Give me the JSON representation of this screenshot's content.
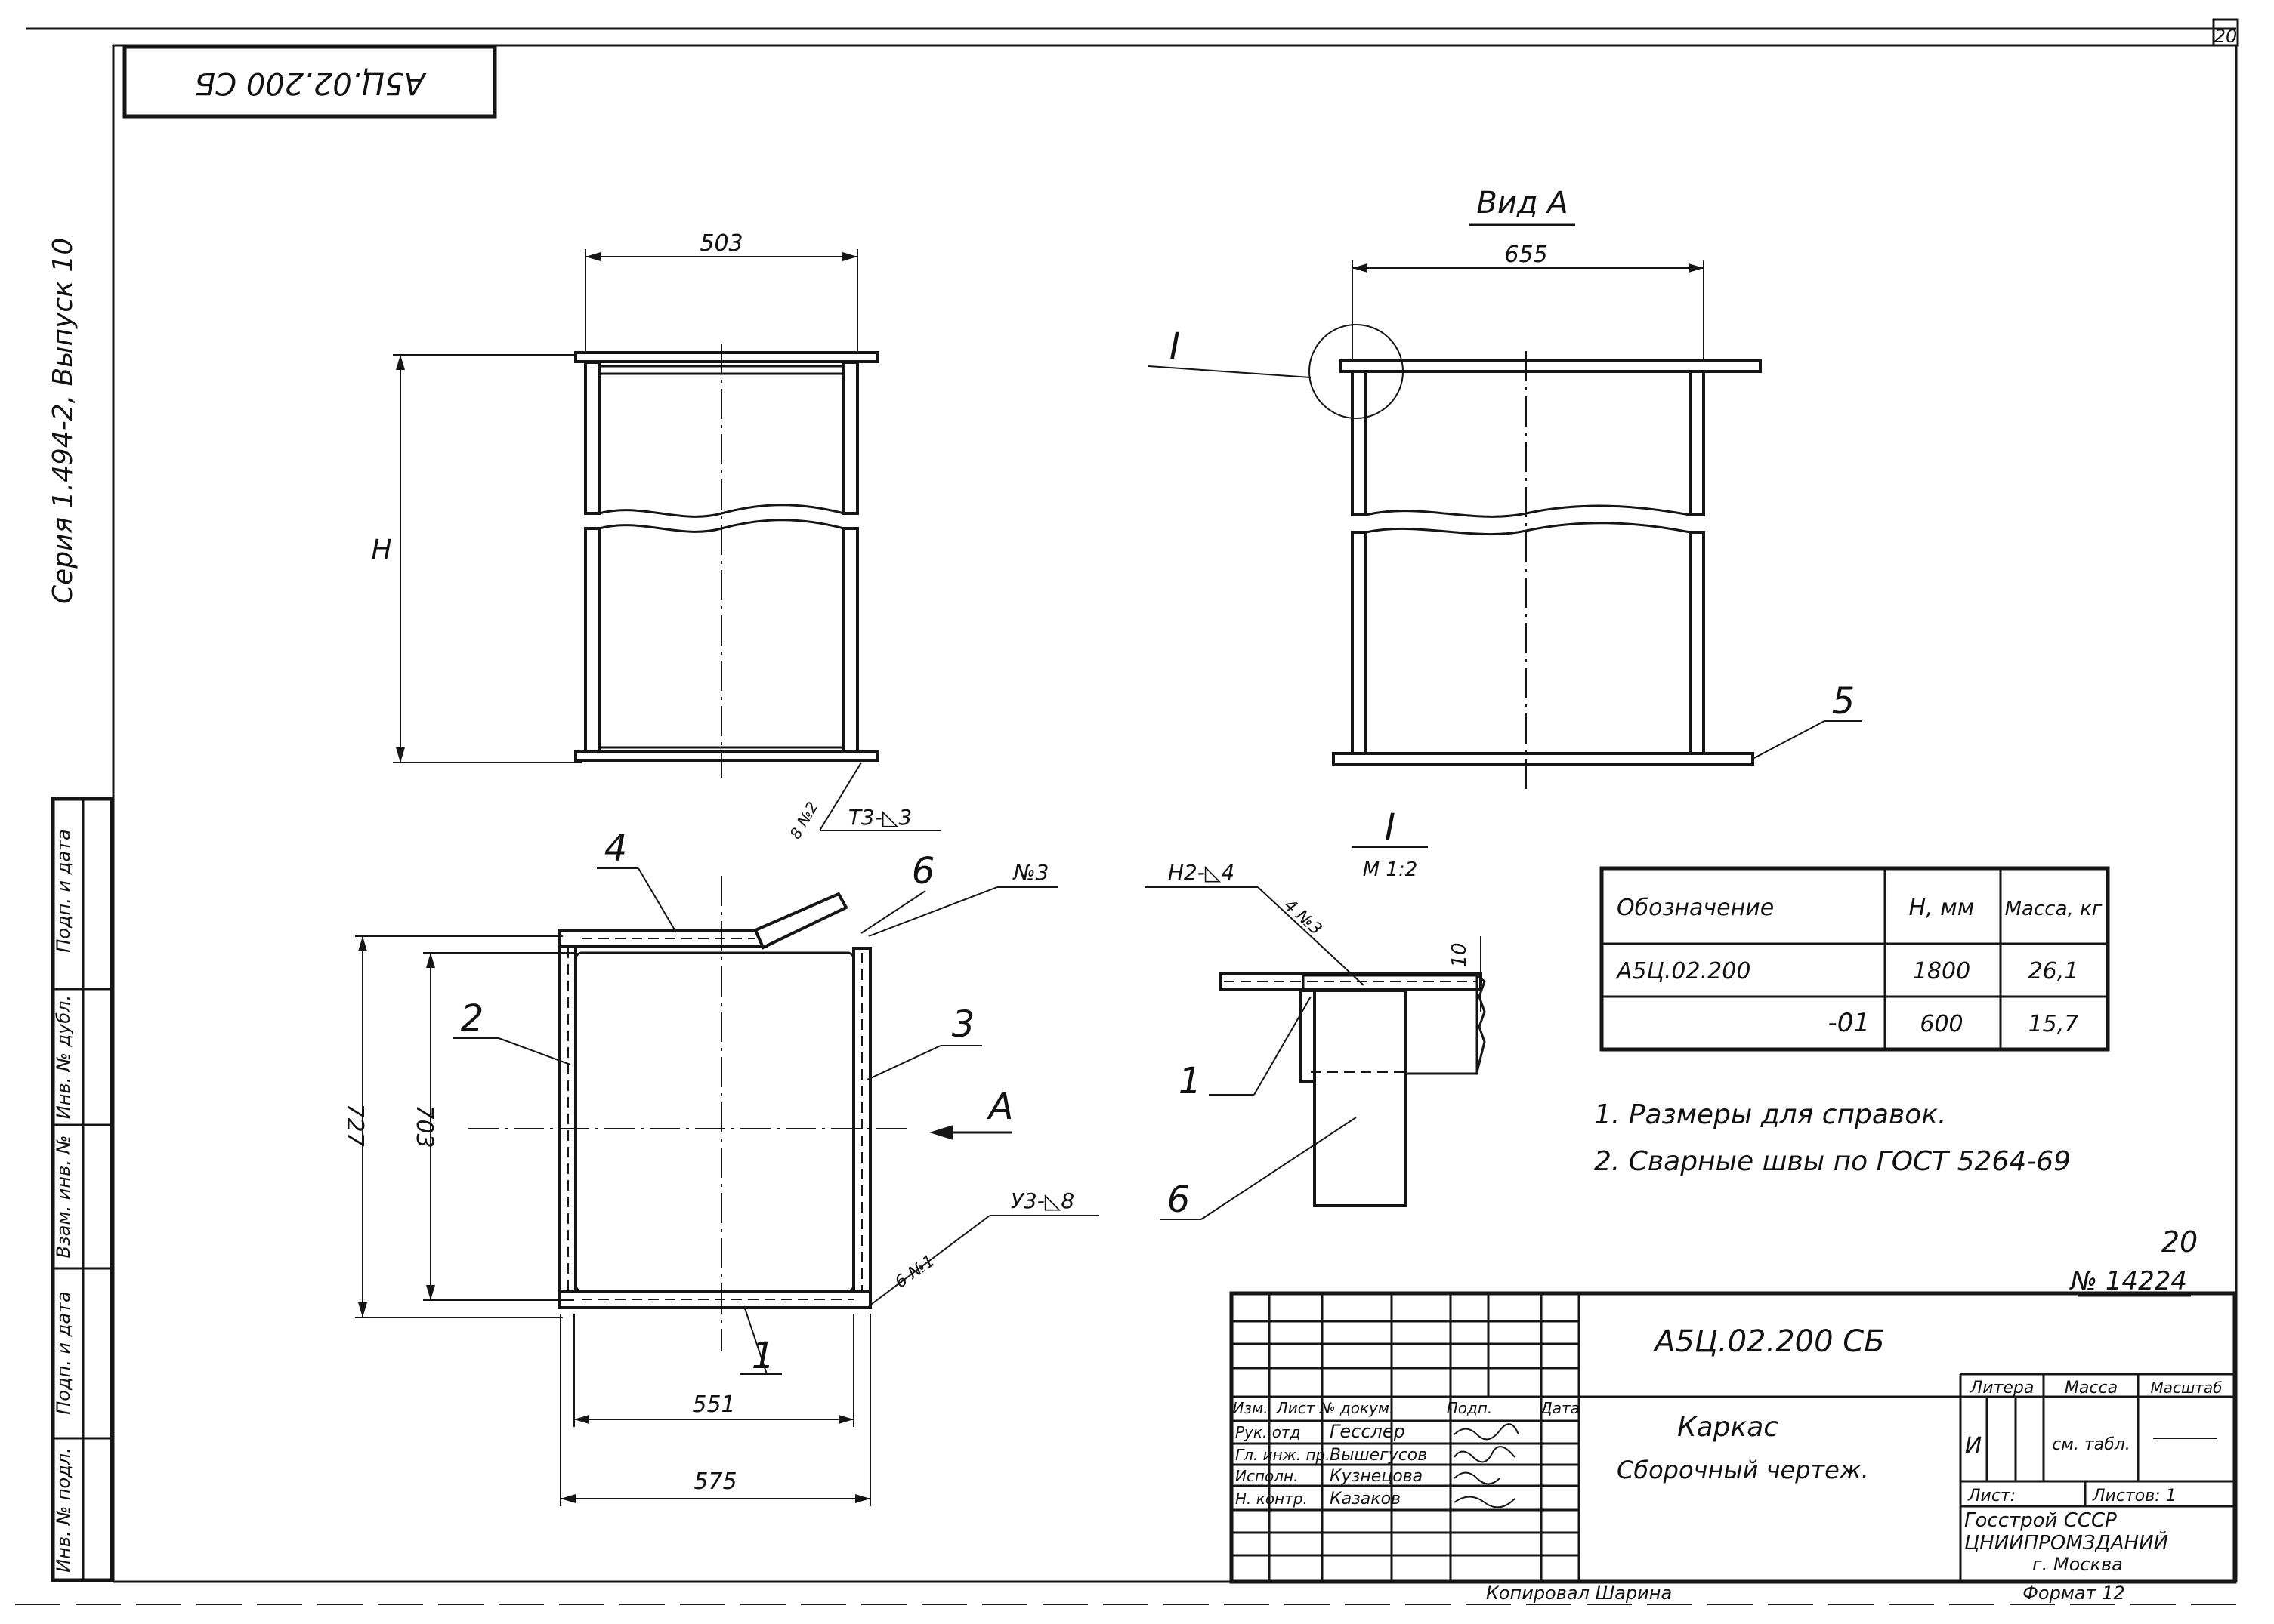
{
  "sheet": {
    "page_number": "20",
    "stamp_code": "А5Ц.02.200 СБ",
    "series_note": "Серия 1.494-2, Выпуск 10",
    "sheet_number_handwritten": "20",
    "inventory_number": "№ 14224",
    "copied_by": "Копировал   Шарина",
    "format": "Формат 12"
  },
  "side_strip": {
    "fields": [
      "Подп. и дата",
      "Инв. № дубл.",
      "Взам. инв. №",
      "Подп. и дата",
      "Инв. № подл."
    ]
  },
  "views": {
    "front": {
      "top_dim": "503",
      "height_label": "H",
      "weld_note": "Т3-◺3",
      "weld_ref": "8 №2"
    },
    "view_a": {
      "title": "Вид А",
      "top_dim": "655",
      "callout": "I",
      "part_5": "5"
    },
    "plan": {
      "part_1": "1",
      "part_2": "2",
      "part_3": "3",
      "part_4": "4",
      "part_6": "6",
      "ref_3": "№3",
      "ref_6": "6 №1",
      "weld_note": "У3-◺8",
      "dim_outer_h": "727",
      "dim_inner_h": "703",
      "dim_inner_w": "551",
      "dim_outer_w": "575",
      "view_arrow": "А"
    },
    "detail": {
      "title": "I",
      "scale": "М 1:2",
      "weld_note": "Н2-◺4",
      "ref": "4 №3",
      "dim": "10",
      "part_1": "1",
      "part_6": "6"
    }
  },
  "spec_table": {
    "headers": [
      "Обозначение",
      "H, мм",
      "Масса, кг"
    ],
    "rows": [
      [
        "А5Ц.02.200",
        "1800",
        "26,1"
      ],
      [
        "-01",
        "600",
        "15,7"
      ]
    ]
  },
  "notes": [
    "1. Размеры для справок.",
    "2. Сварные швы по ГОСТ 5264-69"
  ],
  "title_block": {
    "designation": "А5Ц.02.200 СБ",
    "name_line1": "Каркас",
    "name_line2": "Сборочный чертеж.",
    "rev_headers": [
      "Изм.",
      "Лист",
      "№ докум.",
      "Подп.",
      "Дата"
    ],
    "people": [
      {
        "role": "Рук. отд",
        "name": "Гесслер"
      },
      {
        "role": "Гл. инж. пр.",
        "name": "Вышегусов"
      },
      {
        "role": "Исполн.",
        "name": "Кузнецова"
      },
      {
        "role": "Н. контр.",
        "name": "Казаков"
      }
    ],
    "col_letter": "Литера",
    "col_mass": "Масса",
    "col_scale": "Масштаб",
    "letter_value": "И",
    "mass_value": "см. табл.",
    "sheet_label": "Лист:",
    "sheets_label": "Листов: 1",
    "org_line1": "Госстрой СССР",
    "org_line2": "ЦНИИПРОМЗДАНИЙ",
    "org_line3": "г. Москва"
  }
}
